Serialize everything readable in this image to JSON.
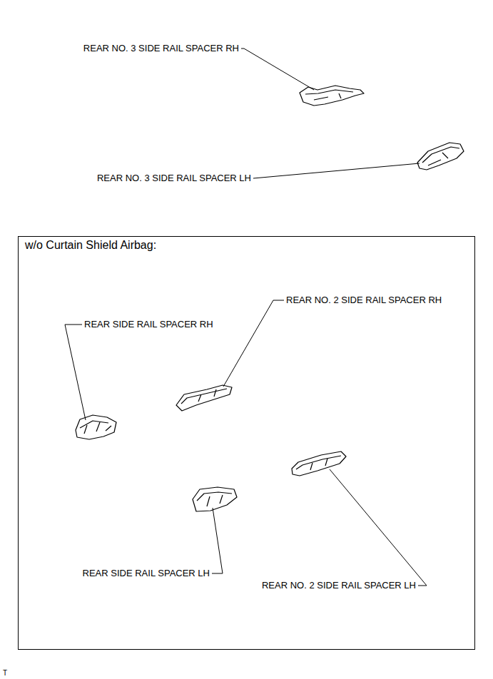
{
  "diagram": {
    "nodes": [
      {
        "text": [
          "w/o Curtain Shield Airbag:"
        ]
      }
    ],
    "labels": [
      "REAR NO. 3 SIDE RAIL SPACER RH",
      "REAR NO. 3 SIDE RAIL SPACER LH",
      "REAR NO. 2 SIDE RAIL SPACER RH",
      "REAR SIDE RAIL SPACER RH",
      "REAR SIDE RAIL SPACER LH",
      "REAR NO. 2 SIDE RAIL SPACER LH",
      "T"
    ]
  }
}
